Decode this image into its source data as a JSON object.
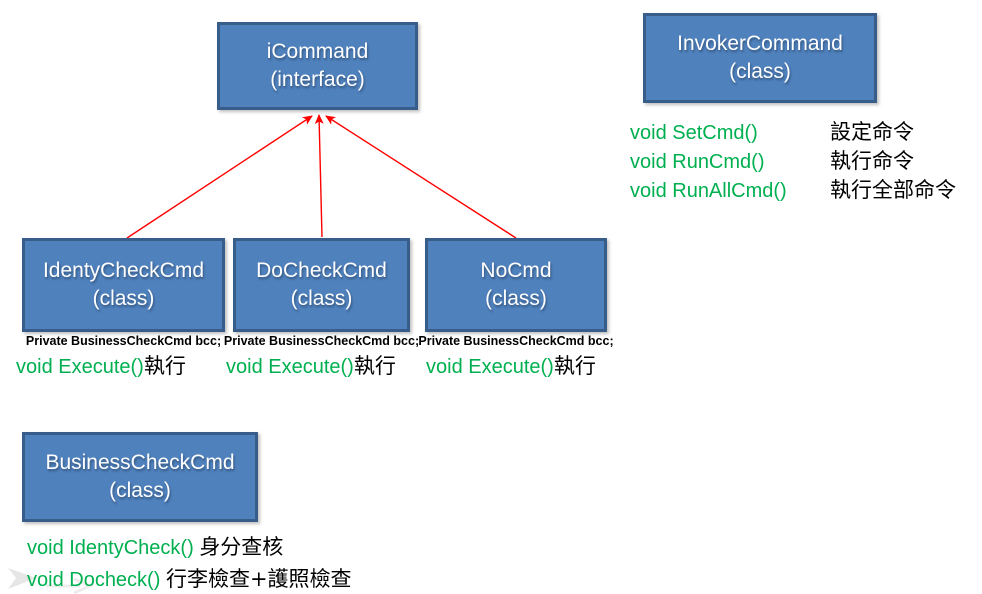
{
  "diagram": {
    "title_meaning": "Command pattern class diagram",
    "interface_box": {
      "title": "iCommand",
      "subtitle": "(interface)"
    },
    "invoker_box": {
      "title": "InvokerCommand",
      "subtitle": "(class)"
    },
    "invoker_methods": [
      {
        "sig": "void SetCmd()",
        "zh": "設定命令"
      },
      {
        "sig": "void RunCmd()",
        "zh": "執行命令"
      },
      {
        "sig": "void RunAllCmd()",
        "zh": "執行全部命令"
      }
    ],
    "subclasses": [
      {
        "title": "IdentyCheckCmd",
        "subtitle": "(class)",
        "field": "Private BusinessCheckCmd bcc;",
        "method": "void Execute()",
        "zh": "執行"
      },
      {
        "title": "DoCheckCmd",
        "subtitle": "(class)",
        "field": "Private BusinessCheckCmd bcc;",
        "method": "void Execute()",
        "zh": "執行"
      },
      {
        "title": "NoCmd",
        "subtitle": "(class)",
        "field": "Private BusinessCheckCmd bcc;",
        "method": "void Execute()",
        "zh": "執行"
      }
    ],
    "receiver_box": {
      "title": "BusinessCheckCmd",
      "subtitle": "(class)"
    },
    "receiver_methods": [
      {
        "sig": "void IdentyCheck()",
        "zh": "身分查核"
      },
      {
        "sig": "void Docheck()",
        "zh": "行李檢查+護照檢查"
      }
    ],
    "colors": {
      "box_fill": "#4F81BD",
      "box_border": "#385D8A",
      "method_green": "#00B050",
      "arrow_red": "#FF0000",
      "box_text": "#FFFFFF",
      "field_text": "#000000"
    }
  }
}
